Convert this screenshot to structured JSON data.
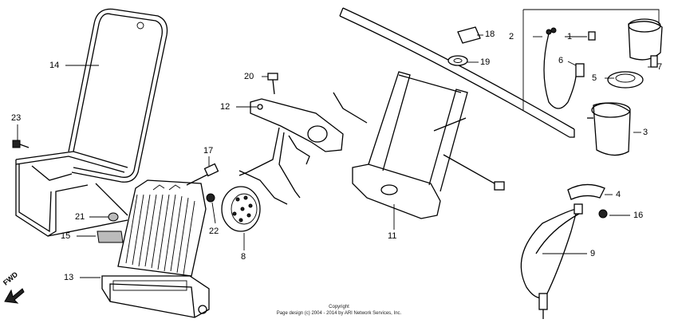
{
  "diagram": {
    "callouts": [
      "1",
      "2",
      "3",
      "4",
      "5",
      "6",
      "7",
      "8",
      "9",
      "11",
      "12",
      "13",
      "14",
      "15",
      "16",
      "17",
      "18",
      "19",
      "20",
      "21",
      "22",
      "23"
    ],
    "fwd_label": "FWD",
    "copyright_line1": "Copyright",
    "copyright_line2": "Page design (c) 2004 - 2014 by ARI Network Services, Inc."
  }
}
